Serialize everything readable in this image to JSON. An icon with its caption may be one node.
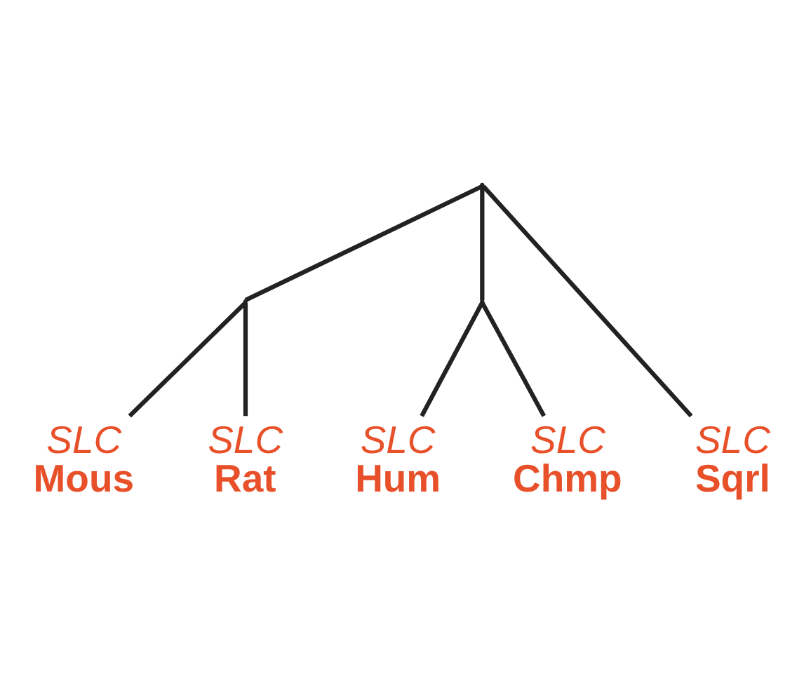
{
  "diagram": {
    "nodes": [
      {
        "text": [],
        "shape": "point"
      },
      {
        "text": [],
        "shape": "point"
      },
      {
        "text": [],
        "shape": "point"
      },
      {
        "text": [
          "SLC",
          "Mous"
        ]
      },
      {
        "text": [
          "SLC",
          "Rat"
        ]
      },
      {
        "text": [
          "SLC",
          "Sqrl"
        ]
      },
      {
        "text": [
          "SLC",
          "Hum"
        ]
      },
      {
        "text": [
          "SLC",
          "Chmp"
        ]
      }
    ],
    "edges": [
      {
        "from": 0,
        "to": 1,
        "arrow": "none"
      },
      {
        "from": 0,
        "to": 5,
        "arrow": "none"
      },
      {
        "from": 0,
        "to": 2,
        "arrow": "none"
      },
      {
        "from": 1,
        "to": 3,
        "arrow": "none"
      },
      {
        "from": 1,
        "to": 4,
        "arrow": "none"
      },
      {
        "from": 2,
        "to": 6,
        "arrow": "none"
      },
      {
        "from": 2,
        "to": 7,
        "arrow": "none"
      }
    ]
  }
}
